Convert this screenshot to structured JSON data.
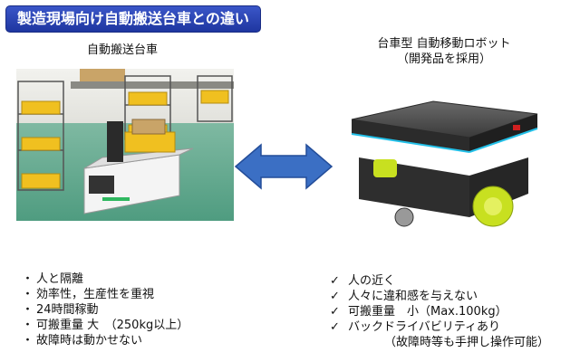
{
  "title": "製造現場向け自動搬送台車との違い",
  "left": {
    "caption": "自動搬送台車",
    "bullet": "・",
    "items": [
      "人と隔離",
      "効率性，生産性を重視",
      "24時間稼動",
      "可搬重量 大　（250kg以上）",
      "故障時は動かせない"
    ]
  },
  "right": {
    "caption_line1": "台車型 自動移動ロボット",
    "caption_line2": "（開発品を採用）",
    "check": "✓",
    "items": [
      "人の近く",
      "人々に違和感を与えない",
      "可搬重量　小（Max.100kg）",
      "バックドライバビリティあり"
    ],
    "note": "（故障時等も手押し操作可能）"
  },
  "colors": {
    "title_bg": "#2a44b8",
    "arrow": "#3b6fc4"
  }
}
